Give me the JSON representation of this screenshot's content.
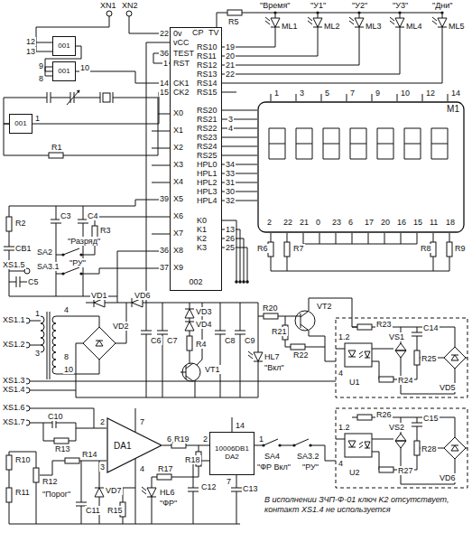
{
  "diagram": {
    "nodes": [
      {
        "text": [
          "002"
        ]
      },
      {
        "text": [
          "001"
        ]
      },
      {
        "text": [
          "001"
        ]
      },
      {
        "text": [
          "001"
        ]
      },
      {
        "text": [
          "10006DB1",
          "DA2"
        ]
      },
      {
        "text": [
          "DA1"
        ]
      },
      {
        "text": [
          "M1"
        ]
      }
    ],
    "edges": [
      {
        "from": 1,
        "to": 2,
        "arrow": "none"
      },
      {
        "from": 2,
        "to": 0,
        "arrow": "none"
      },
      {
        "from": 3,
        "to": 0,
        "arrow": "none"
      },
      {
        "from": 0,
        "to": 6,
        "arrow": "none"
      }
    ],
    "labels": [
      "XN1",
      "XN2",
      "CP",
      "TV",
      "22",
      "0v",
      "vCC",
      "36",
      "TEST",
      "1",
      "RST",
      "14",
      "CK1",
      "15",
      "CK2",
      "X0",
      "X1",
      "X2",
      "X3",
      "X4",
      "X5",
      "X6",
      "X7",
      "X8",
      "X9",
      "39",
      "36",
      "37",
      "RS10",
      "RS11",
      "RS12",
      "RS13",
      "RS14",
      "RS15",
      "19",
      "20",
      "21",
      "22",
      "RS20",
      "RS21",
      "RS22",
      "RS23",
      "RS24",
      "RS25",
      "3",
      "4",
      "HPL0",
      "HPL1",
      "HPL2",
      "HPL3",
      "HPL4",
      "34",
      "33",
      "31",
      "30",
      "32",
      "K0",
      "K1",
      "K2",
      "K3",
      "13",
      "26",
      "25",
      "\"Время\"",
      "\"У1\"",
      "\"У2\"",
      "\"У3\"",
      "\"Дни\"",
      "ML1",
      "ML2",
      "ML3",
      "ML4",
      "ML5",
      "R5",
      "1",
      "3",
      "5",
      "7",
      "9",
      "10",
      "12",
      "14",
      "2",
      "22",
      "21",
      "0",
      "23",
      "6",
      "17",
      "20",
      "16",
      "15",
      "11",
      "18",
      "R6",
      "R7",
      "R8",
      "R9",
      "12",
      "13",
      "9",
      "8",
      "10",
      "1",
      "R1",
      "R2",
      "C3",
      "C4",
      "R3",
      "CB1",
      "XS1.5",
      "\"Разряд\"",
      "SA2",
      "\"РУ\"",
      "SA3.1",
      "C5",
      "VD1",
      "VD6",
      "VD2",
      "XS1.1",
      "XS1.2",
      "XS1.3",
      "XS1.4",
      "XS1.6",
      "XS1.7",
      "1",
      "3",
      "4",
      "8",
      "10",
      "C6",
      "C7",
      "VD3",
      "VD4",
      "R4",
      "VT1",
      "C8",
      "C9",
      "R20",
      "VT2",
      "R21",
      "R22",
      "HL7",
      "\"Вкл\"",
      "R23",
      "VS1",
      "C14",
      "U1",
      "R24",
      "R25",
      "VD5",
      "1.2",
      "4",
      "R26",
      "C15",
      "U2",
      "VS2",
      "R27",
      "R28",
      "VD6",
      "1.2",
      "4",
      "R10",
      "C10",
      "R13",
      "R11",
      "R12",
      "\"Порог\"",
      "R14",
      "R15",
      "C11",
      "VD7",
      "2",
      "3",
      "6",
      "4",
      "7",
      "R19",
      "R18",
      "R17",
      "HL6",
      "\"ФР\"",
      "C12",
      "C13",
      "14",
      "2",
      "7",
      "1",
      "SA4",
      "\"ФР Вкл\"",
      "SA3.2",
      "\"РУ\"",
      "В исполнении ЗЧП-Ф-01 ключ K2 отсутствует, контакт XS1.4 не используется"
    ]
  }
}
